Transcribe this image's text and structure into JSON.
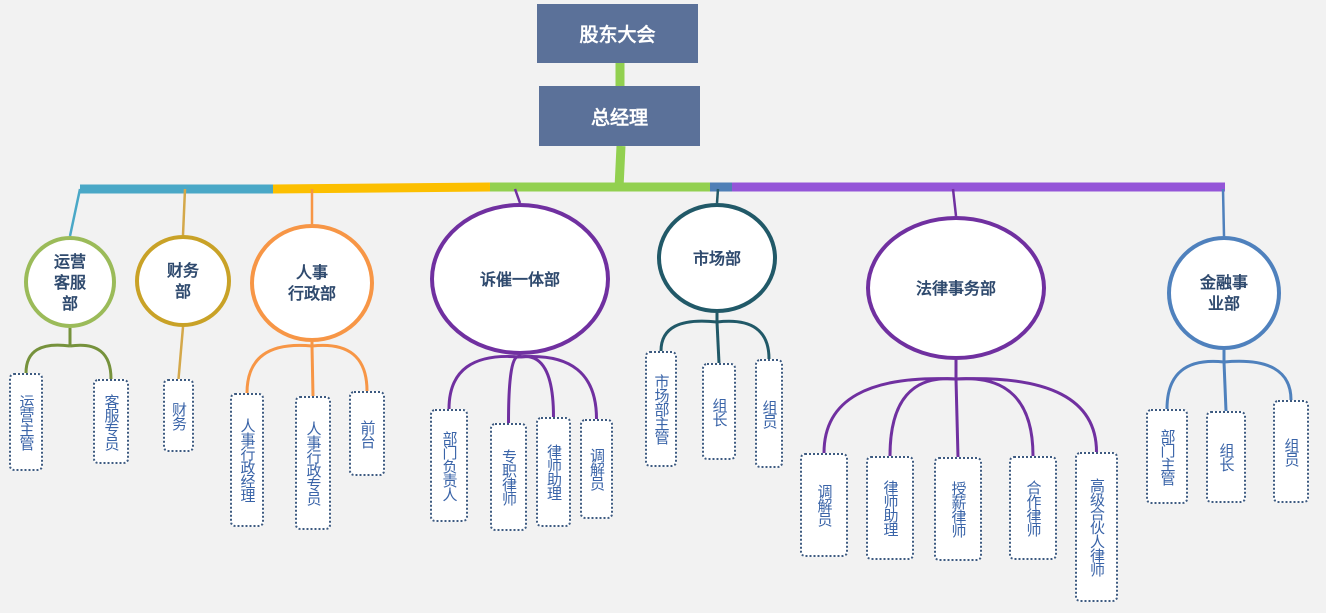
{
  "shareholders": "股东大会",
  "general_manager": "总经理",
  "colors": {
    "box": "#5b7199",
    "teal": "#4aa8c7",
    "yellow": "#fcbf00",
    "green": "#92d050",
    "purple": "#9455d8",
    "blue": "#4f7fb6"
  },
  "departments": [
    {
      "name": "运营\n客服\n部",
      "subs": [
        "运营主管",
        "客服专员"
      ]
    },
    {
      "name": "财务\n部",
      "subs": [
        "财务"
      ]
    },
    {
      "name": "人事\n行政部",
      "subs": [
        "人事行政经理",
        "人事行政专员",
        "前台"
      ]
    },
    {
      "name": "诉催一体部",
      "subs": [
        "部门负责人",
        "专职律师",
        "律师助理",
        "调解员"
      ]
    },
    {
      "name": "市场部",
      "subs": [
        "市场部主管",
        "组长",
        "组员"
      ]
    },
    {
      "name": "法律事务部",
      "subs": [
        "调解员",
        "律师助理",
        "授薪律师",
        "合作律师",
        "高级合伙人律师"
      ]
    },
    {
      "name": "金融事\n业部",
      "subs": [
        "部门主管",
        "组长",
        "组员"
      ]
    }
  ]
}
